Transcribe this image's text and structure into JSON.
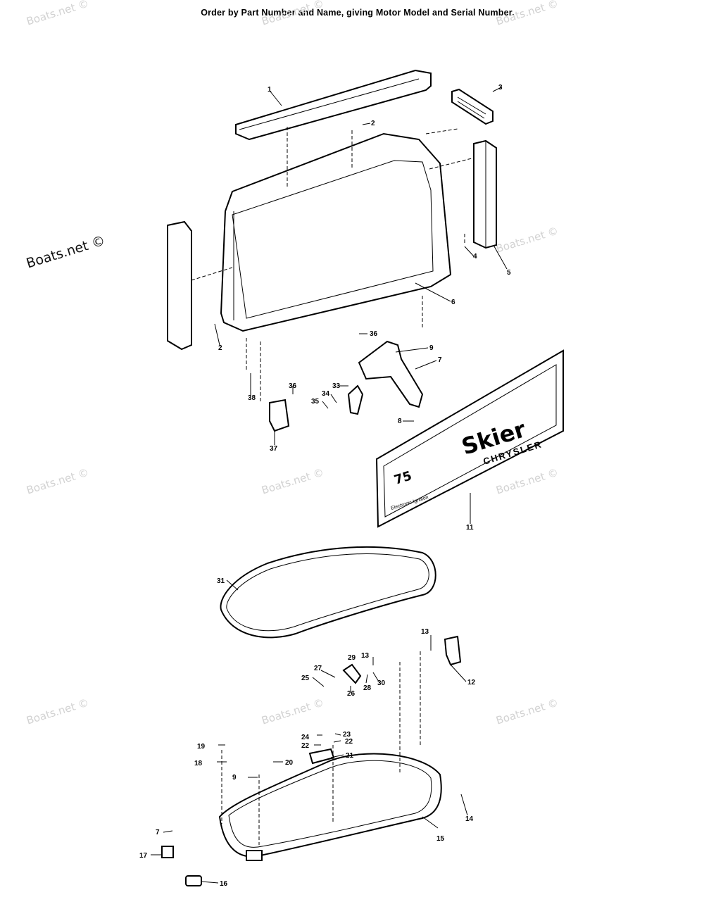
{
  "header": {
    "instruction": "Order by Part Number and Name, giving Motor Model and Serial Number."
  },
  "watermark": {
    "text": "Boats.net ©",
    "prominent_text": "Boats.net ©"
  },
  "decal": {
    "brand": "Skier",
    "make": "CHRYSLER",
    "hp": "75",
    "subtext": "Electronic Ignition"
  },
  "callouts": {
    "p1": "1",
    "p2a": "2",
    "p2b": "2",
    "p3": "3",
    "p4": "4",
    "p5": "5",
    "p6": "6",
    "p7a": "7",
    "p7b": "7",
    "p8": "8",
    "p9a": "9",
    "p9b": "9",
    "p11": "11",
    "p12": "12",
    "p13a": "13",
    "p13b": "13",
    "p14": "14",
    "p15": "15",
    "p16": "16",
    "p17": "17",
    "p18": "18",
    "p19": "19",
    "p20": "20",
    "p21": "21",
    "p22a": "22",
    "p22b": "22",
    "p23": "23",
    "p24": "24",
    "p25": "25",
    "p26": "26",
    "p27": "27",
    "p28": "28",
    "p29": "29",
    "p30": "30",
    "p31": "31",
    "p33": "33",
    "p34": "34",
    "p35": "35",
    "p36a": "36",
    "p36b": "36",
    "p37": "37",
    "p38": "38"
  }
}
